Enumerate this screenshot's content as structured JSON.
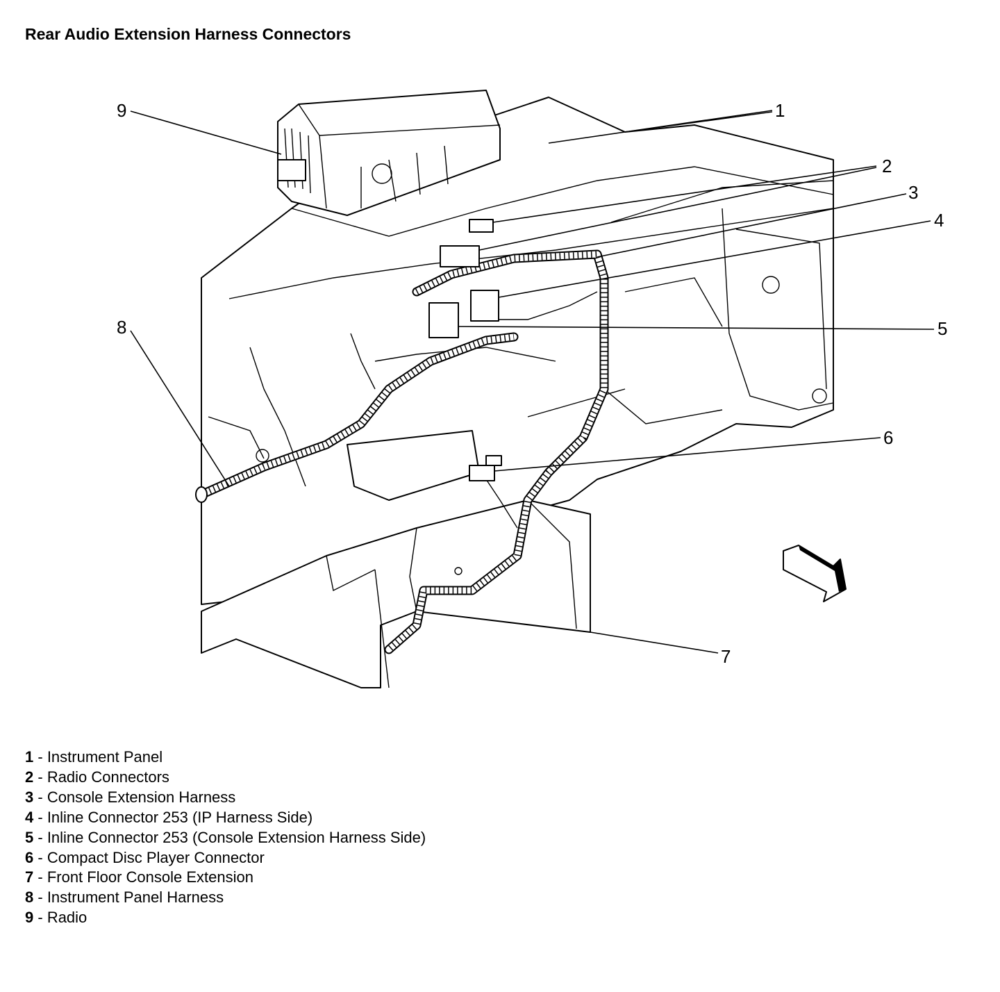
{
  "title": "Rear Audio Extension Harness Connectors",
  "callouts": [
    "1",
    "2",
    "3",
    "4",
    "5",
    "6",
    "7",
    "8",
    "9"
  ],
  "legend": [
    {
      "num": "1",
      "sep": " - ",
      "label": "Instrument Panel"
    },
    {
      "num": "2",
      "sep": " - ",
      "label": "Radio Connectors"
    },
    {
      "num": "3",
      "sep": " - ",
      "label": "Console Extension Harness"
    },
    {
      "num": "4",
      "sep": " - ",
      "label": "Inline Connector 253 (IP Harness Side)"
    },
    {
      "num": "5",
      "sep": " - ",
      "label": "Inline Connector 253 (Console Extension Harness Side)"
    },
    {
      "num": "6",
      "sep": " - ",
      "label": "Compact Disc Player Connector"
    },
    {
      "num": "7",
      "sep": " - ",
      "label": "Front Floor Console Extension"
    },
    {
      "num": "8",
      "sep": " - ",
      "label": "Instrument Panel Harness"
    },
    {
      "num": "9",
      "sep": " - ",
      "label": "Radio"
    }
  ]
}
